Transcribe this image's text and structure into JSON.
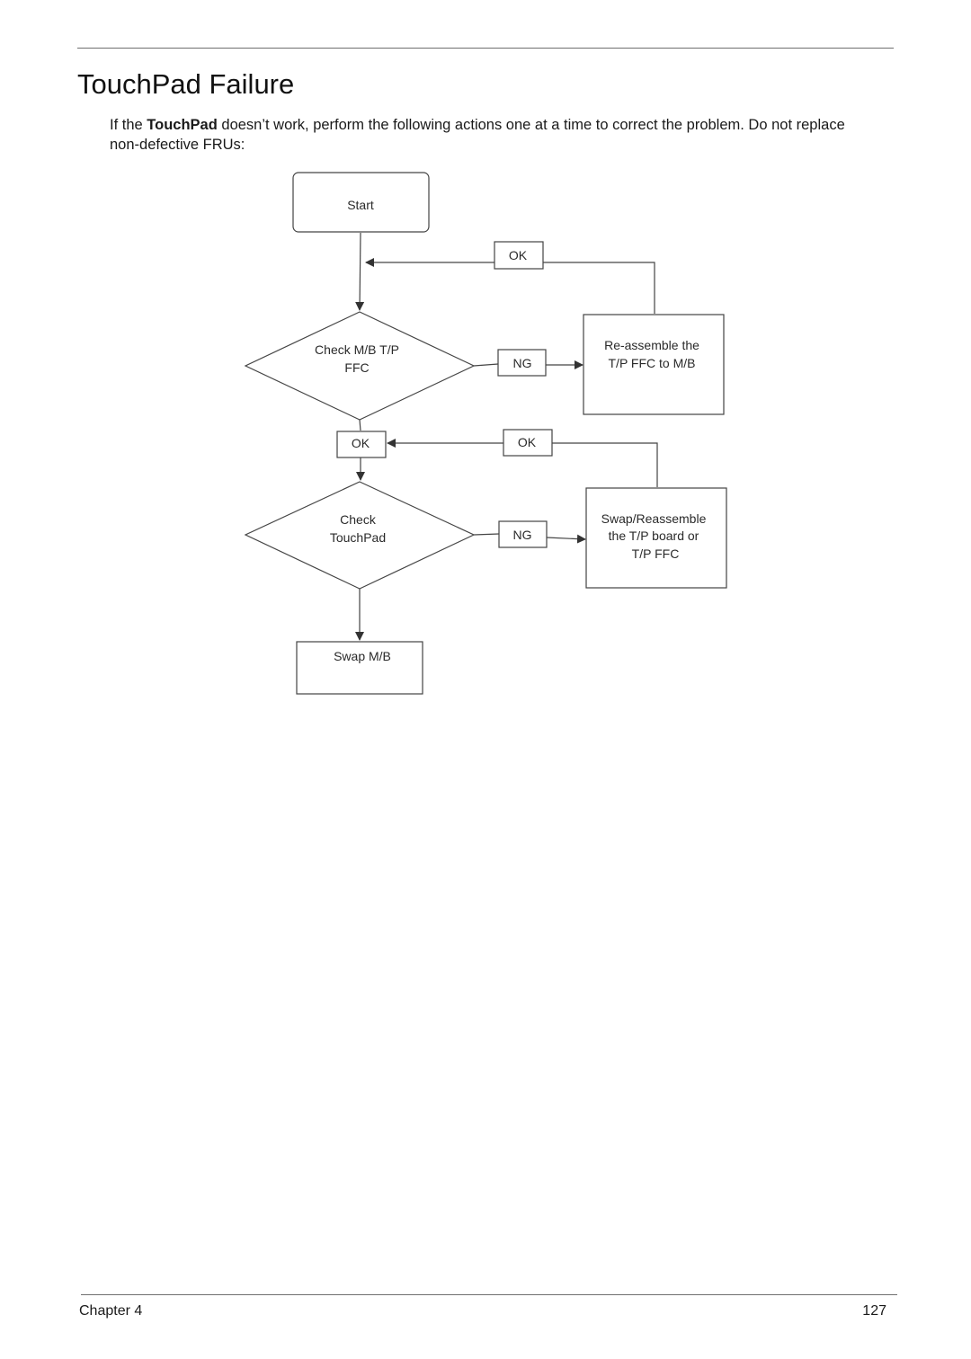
{
  "title": "TouchPad Failure",
  "intro": {
    "before": "If the ",
    "bold": "TouchPad",
    "after": " doesn’t work, perform the following actions one at a time to correct the problem. Do not replace non-defective FRUs:"
  },
  "flowchart": {
    "start": "Start",
    "decision1": [
      "Check M/B T/P",
      "FFC"
    ],
    "action1": [
      "Re-assemble the",
      "T/P FFC to M/B"
    ],
    "decision2": [
      "Check",
      "TouchPad"
    ],
    "action2": [
      "Swap/Reassemble",
      "the T/P board or",
      "T/P FFC"
    ],
    "end": "Swap M/B",
    "labels": {
      "ok_loop1": "OK",
      "ng1": "NG",
      "ok_down": "OK",
      "ok_loop2": "OK",
      "ng2": "NG"
    }
  },
  "footer": {
    "chapter": "Chapter 4",
    "page": "127"
  }
}
